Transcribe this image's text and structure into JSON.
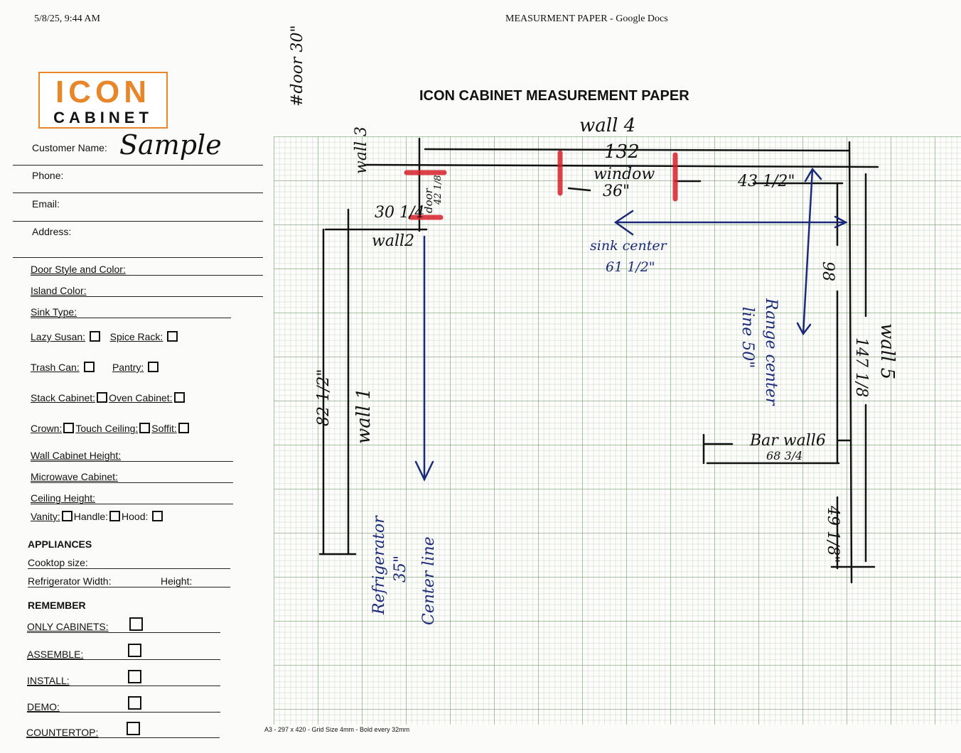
{
  "header": {
    "datetime": "5/8/25, 9:44 AM",
    "doc_title": "MEASURMENT PAPER - Google Docs"
  },
  "logo": {
    "line1": "ICON",
    "line2": "CABINET",
    "accent": "#e8862a"
  },
  "title": "ICON CABINET MEASUREMENT PAPER",
  "form": {
    "customer_name_label": "Customer Name:",
    "customer_name_value": "Sample",
    "phone_label": "Phone:",
    "email_label": "Email:",
    "address_label": "Address:",
    "door_style_label": "Door Style and Color:",
    "island_color_label": "Island Color:",
    "sink_type_label": "Sink Type:",
    "lazy_susan": "Lazy Susan:",
    "spice_rack": "Spice Rack:",
    "trash_can": "Trash Can:",
    "pantry": "Pantry:",
    "stack_cabinet": "Stack Cabinet:",
    "oven_cabinet": "Oven Cabinet:",
    "crown": "Crown:",
    "touch_ceiling": "Touch Ceiling:",
    "soffit": "Soffit:",
    "wall_cabinet_height": "Wall Cabinet Height:",
    "microwave_cabinet": "Microwave Cabinet:",
    "ceiling_height": "Ceiling Height:",
    "vanity": "Vanity:",
    "handle": "Handle:",
    "hood": "Hood:"
  },
  "appliances": {
    "heading": "APPLIANCES",
    "cooktop": "Cooktop size:",
    "fridge_width": "Refrigerator Width:",
    "fridge_height": "Height:"
  },
  "remember": {
    "heading": "REMEMBER",
    "items": [
      "ONLY CABINETS:",
      "ASSEMBLE:",
      "INSTALL:",
      "DEMO:",
      "COUNTERTOP:"
    ]
  },
  "sketch": {
    "door_note": "#door 30\"",
    "wall3": "wall 3",
    "wall4": "wall 4",
    "wall4_len": "132",
    "window": "window",
    "window_len": "36\"",
    "door": "door",
    "door_len": "42 1/8",
    "wall2_len": "30 1/4",
    "wall2": "wall2",
    "sink_center": "sink center",
    "sink_center_len": "61 1/2\"",
    "range_dist": "43 1/2\"",
    "range_len": "98",
    "range_center": "Range center",
    "range_center_len": "line 50\"",
    "wall1": "wall 1",
    "wall1_len": "82 1/2\"",
    "wall5": "wall 5",
    "wall5_len": "147 1/8",
    "bar_wall": "Bar wall6",
    "bar_wall_len": "68 3/4",
    "end_len": "49 1/8\"",
    "fridge": "Refrigerator",
    "fridge_len": "35\"",
    "fridge_center": "Center line"
  },
  "footer": "A3 - 297 x 420 - Grid Size 4mm - Bold every 32mm"
}
